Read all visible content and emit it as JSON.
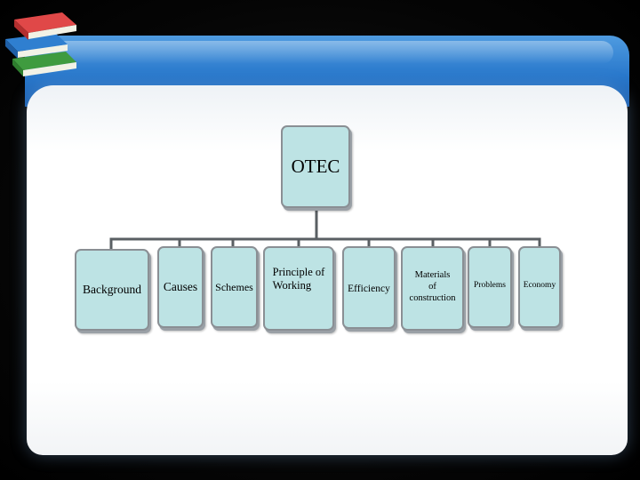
{
  "diagram": {
    "root": {
      "label": "OTEC"
    },
    "children": [
      {
        "label": "Background"
      },
      {
        "label": "Causes"
      },
      {
        "label": "Schemes"
      },
      {
        "label": "Principle of\n   Working"
      },
      {
        "label": "Efficiency"
      },
      {
        "label": "Materials\nof\nconstruction"
      },
      {
        "label": "Problems"
      },
      {
        "label": "Economy"
      }
    ]
  },
  "colors": {
    "node_fill": "#bde3e4",
    "node_border": "#8a8f94",
    "header_blue": "#2a79cc",
    "connector": "#5a5f63"
  },
  "icons": {
    "logo": "stacked-books-icon"
  }
}
